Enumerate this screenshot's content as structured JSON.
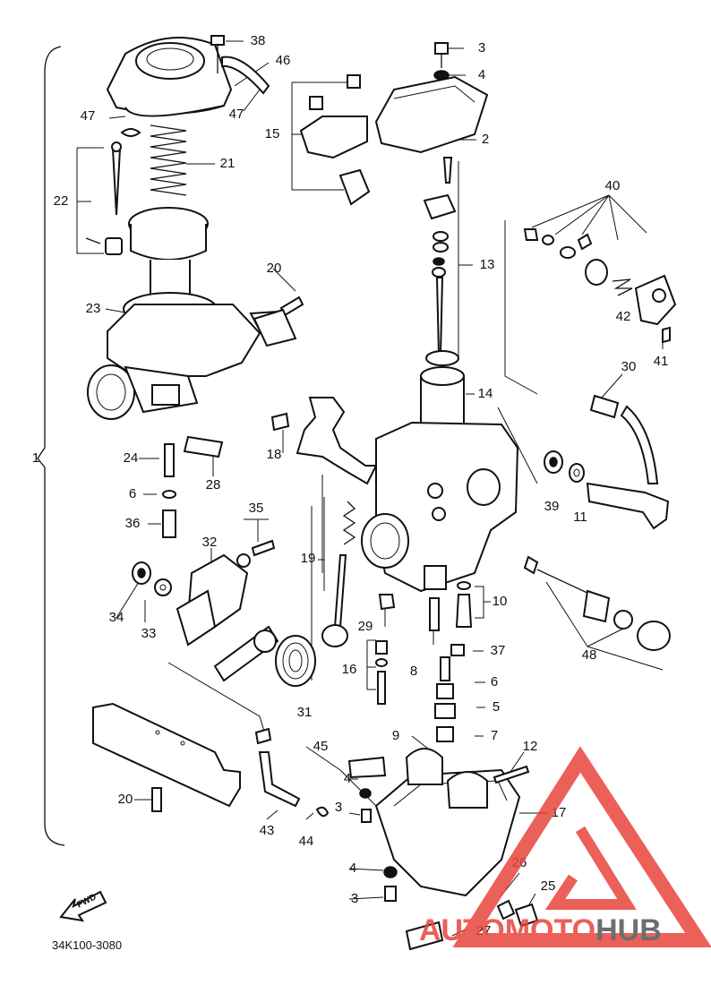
{
  "diagram": {
    "part_code": "34K100-3080",
    "fwd_label": "FWD",
    "callouts": [
      "1",
      "2",
      "3",
      "4",
      "5",
      "6",
      "7",
      "8",
      "9",
      "10",
      "11",
      "12",
      "13",
      "14",
      "15",
      "16",
      "17",
      "18",
      "19",
      "20",
      "21",
      "22",
      "23",
      "24",
      "25",
      "26",
      "27",
      "28",
      "29",
      "30",
      "31",
      "32",
      "33",
      "34",
      "35",
      "36",
      "37",
      "38",
      "39",
      "40",
      "41",
      "42",
      "43",
      "44",
      "45",
      "46",
      "47",
      "48"
    ]
  },
  "watermark": {
    "brand_a": "AUTO",
    "brand_b": "MOTO",
    "brand_c": "HUB",
    "color_primary": "#e8453c",
    "color_secondary": "#555555"
  }
}
